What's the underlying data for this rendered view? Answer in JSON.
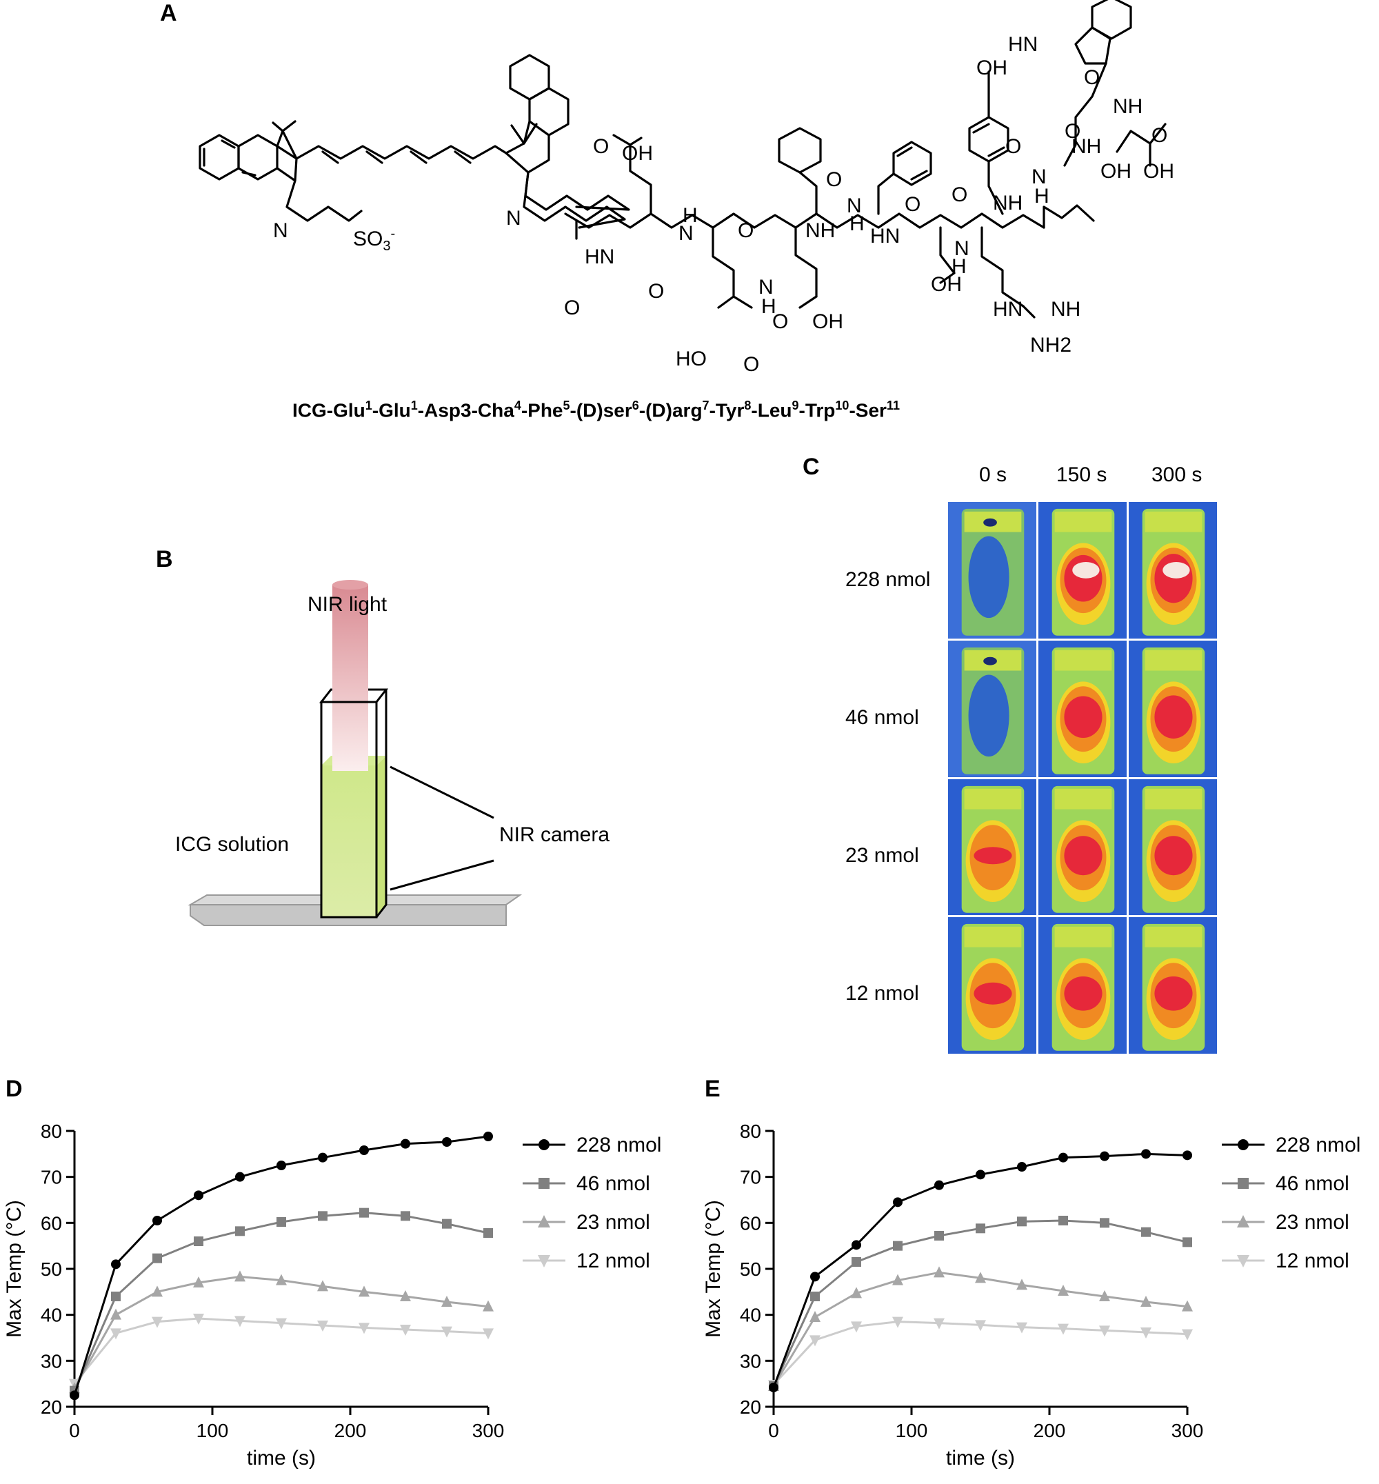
{
  "panels": {
    "a": "A",
    "b": "B",
    "c": "C",
    "d": "D",
    "e": "E"
  },
  "structure": {
    "caption_parts": [
      "ICG-Glu",
      "1",
      "-Glu",
      "1",
      "-Asp3-Cha",
      "4",
      "-Phe",
      "5",
      "-(D)ser",
      "6",
      "-(D)arg",
      "7",
      "-Tyr",
      "8",
      "-Leu",
      "9",
      "-Trp",
      "10",
      "-Ser",
      "11"
    ],
    "atoms": {
      "n_plus": "N",
      "n1": "N",
      "so3": "SO",
      "so3_sub": "3",
      "so3_sup": "-",
      "cooh1": "OH",
      "o1": "O",
      "hn1": "HN",
      "o2": "O",
      "nh1": "H",
      "n_nh1": "N",
      "o3": "O",
      "nh2": "N",
      "nh2h": "H",
      "ho": "HO",
      "o4": "O",
      "o5": "O",
      "nh3": "NH",
      "o6": "O",
      "oh2": "OH",
      "nh4": "N",
      "nh4h": "H",
      "o7": "O",
      "hn2": "HN",
      "o8": "O",
      "nh5": "N",
      "nh5h": "H",
      "oh3": "OH",
      "hn3": "HN",
      "nh6": "NH",
      "nh7": "NH2",
      "oh_top": "OH",
      "o9": "O",
      "nh8": "NH",
      "o10": "O",
      "nh9": "N",
      "nh9h": "H",
      "hn_indole": "HN",
      "o11": "O",
      "nh10": "NH",
      "nh11": "NH",
      "o12": "O",
      "oh4": "OH",
      "oh5": "OH",
      "o13": "O"
    }
  },
  "setup": {
    "nir_light": "NIR light",
    "icg_solution": "ICG solution",
    "nir_camera": "NIR camera"
  },
  "thermal": {
    "times": [
      "0 s",
      "150 s",
      "300 s"
    ],
    "rows": [
      "228 nmol",
      "46 nmol",
      "23 nmol",
      "12 nmol"
    ]
  },
  "chart_data": [
    {
      "type": "line",
      "panel": "D",
      "xlabel": "time (s)",
      "ylabel": "Max Temp (°C)",
      "xlim": [
        0,
        300
      ],
      "ylim": [
        20,
        80
      ],
      "xticks": [
        0,
        100,
        200,
        300
      ],
      "yticks": [
        20,
        30,
        40,
        50,
        60,
        70,
        80
      ],
      "legend": "right",
      "x": [
        0,
        30,
        60,
        90,
        120,
        150,
        180,
        210,
        240,
        270,
        300
      ],
      "series": [
        {
          "name": "228 nmol",
          "marker": "circle",
          "color": "#000000",
          "values": [
            22.5,
            51,
            60.5,
            66,
            70,
            72.5,
            74.2,
            75.8,
            77.2,
            77.6,
            78.8
          ]
        },
        {
          "name": "46 nmol",
          "marker": "square",
          "color": "#808080",
          "values": [
            23.5,
            44,
            52.3,
            56,
            58.2,
            60.2,
            61.5,
            62.2,
            61.5,
            59.8,
            57.8
          ]
        },
        {
          "name": "23 nmol",
          "marker": "triangle-up",
          "color": "#a6a6a6",
          "values": [
            24,
            40,
            45,
            47,
            48.3,
            47.5,
            46.2,
            45,
            44,
            42.8,
            41.8
          ]
        },
        {
          "name": "12 nmol",
          "marker": "triangle-down",
          "color": "#cccccc",
          "values": [
            25,
            36,
            38.5,
            39.2,
            38.7,
            38.2,
            37.7,
            37.2,
            36.8,
            36.4,
            36
          ]
        }
      ]
    },
    {
      "type": "line",
      "panel": "E",
      "xlabel": "time (s)",
      "ylabel": "Max Temp (°C)",
      "xlim": [
        0,
        300
      ],
      "ylim": [
        20,
        80
      ],
      "xticks": [
        0,
        100,
        200,
        300
      ],
      "yticks": [
        20,
        30,
        40,
        50,
        60,
        70,
        80
      ],
      "legend": "right",
      "x": [
        0,
        30,
        60,
        90,
        120,
        150,
        180,
        210,
        240,
        270,
        300
      ],
      "series": [
        {
          "name": "228 nmol",
          "marker": "circle",
          "color": "#000000",
          "values": [
            24.2,
            48.3,
            55.2,
            64.5,
            68.2,
            70.5,
            72.2,
            74.2,
            74.5,
            75,
            74.7
          ]
        },
        {
          "name": "46 nmol",
          "marker": "square",
          "color": "#808080",
          "values": [
            24.5,
            44,
            51.5,
            55,
            57.2,
            58.8,
            60.3,
            60.5,
            60,
            58,
            55.8
          ]
        },
        {
          "name": "23 nmol",
          "marker": "triangle-up",
          "color": "#a6a6a6",
          "values": [
            24.5,
            39.5,
            44.7,
            47.5,
            49.2,
            48,
            46.5,
            45.2,
            44,
            42.8,
            41.8
          ]
        },
        {
          "name": "12 nmol",
          "marker": "triangle-down",
          "color": "#cccccc",
          "values": [
            24.8,
            34.5,
            37.5,
            38.5,
            38.2,
            37.8,
            37.3,
            37,
            36.6,
            36.2,
            35.8
          ]
        }
      ]
    }
  ]
}
